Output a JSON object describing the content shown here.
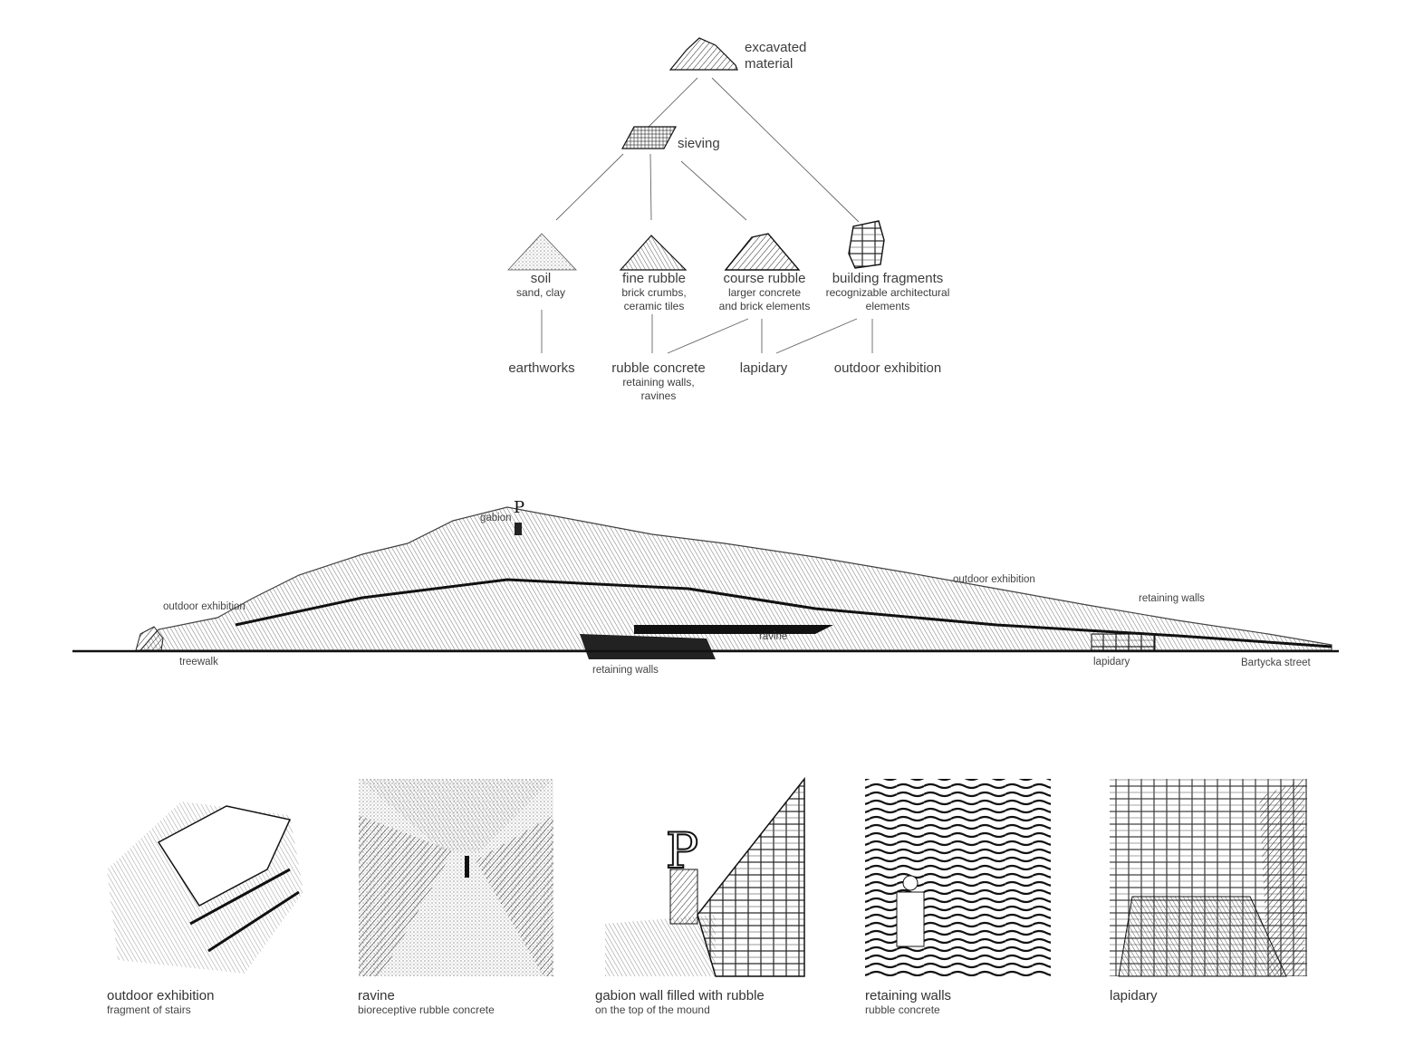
{
  "tree": {
    "root": {
      "label": "excavated\nmaterial",
      "icon": "rubble-heap-icon"
    },
    "sieving": {
      "label": "sieving",
      "icon": "sieve-grid-icon"
    },
    "materials": [
      {
        "title": "soil",
        "desc": "sand, clay",
        "icon": "soil-pile-icon"
      },
      {
        "title": "fine rubble",
        "desc": "brick crumbs,\nceramic tiles",
        "icon": "fine-rubble-pile-icon"
      },
      {
        "title": "course rubble",
        "desc": "larger concrete\nand brick elements",
        "icon": "course-rubble-pile-icon"
      },
      {
        "title": "building fragments",
        "desc": "recognizable architectural\nelements",
        "icon": "building-fragment-icon"
      }
    ],
    "uses": [
      {
        "title": "earthworks",
        "desc": ""
      },
      {
        "title": "rubble concrete",
        "desc": "retaining walls,\nravines"
      },
      {
        "title": "lapidary",
        "desc": ""
      },
      {
        "title": "outdoor exhibition",
        "desc": ""
      }
    ]
  },
  "section": {
    "labels": {
      "gabion": "gabion",
      "outdoor_left": "outdoor exhibition",
      "outdoor_right": "outdoor exhibition",
      "retaining_right": "retaining walls",
      "ravine": "ravine",
      "treewalk": "treewalk",
      "retaining_bottom": "retaining walls",
      "lapidary": "lapidary",
      "street": "Bartycka street"
    }
  },
  "drawings": [
    {
      "title": "outdoor exhibition",
      "subtitle": "fragment of stairs"
    },
    {
      "title": "ravine",
      "subtitle": "bioreceptive rubble concrete"
    },
    {
      "title": "gabion wall filled with rubble",
      "subtitle": "on the top of the mound"
    },
    {
      "title": "retaining walls",
      "subtitle": "rubble concrete"
    },
    {
      "title": "lapidary",
      "subtitle": ""
    }
  ]
}
